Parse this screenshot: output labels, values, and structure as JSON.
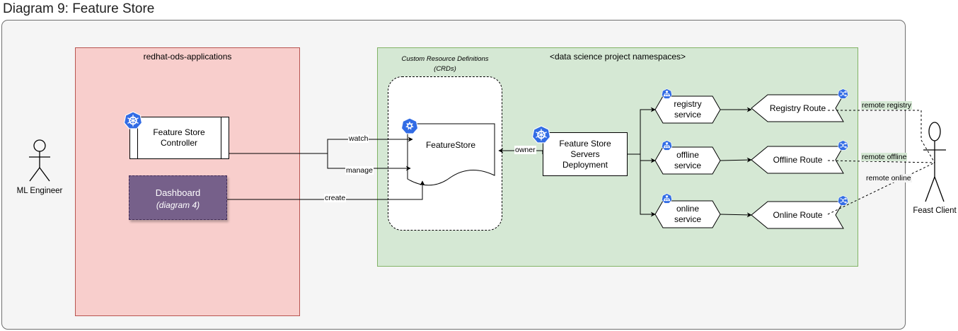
{
  "title": "Diagram 9: Feature Store",
  "namespaces": {
    "apps": "redhat-ods-applications",
    "data_science": "<data science project namespaces>"
  },
  "crd_group": {
    "line1": "Custom Resource Definitions",
    "line2": "(CRDs)"
  },
  "actors": {
    "ml_engineer": "ML Engineer",
    "feast_client": "Feast Client"
  },
  "nodes": {
    "controller": {
      "line1": "Feature Store",
      "line2": "Controller",
      "icon": "kubernetes-icon"
    },
    "dashboard": {
      "label": "Dashboard",
      "sub": "(diagram 4)",
      "color": "#76608a"
    },
    "featurestore": {
      "label": "FeatureStore",
      "icon": "crd-icon"
    },
    "deployment": {
      "line1": "Feature Store",
      "line2": "Servers",
      "line3": "Deployment",
      "icon": "kubernetes-icon"
    },
    "registry_service": {
      "line1": "registry",
      "line2": "service",
      "icon": "service-icon"
    },
    "offline_service": {
      "line1": "offline",
      "line2": "service",
      "icon": "service-icon"
    },
    "online_service": {
      "line1": "online",
      "line2": "service",
      "icon": "service-icon"
    },
    "registry_route": {
      "label": "Registry Route",
      "icon": "route-icon"
    },
    "offline_route": {
      "label": "Offline Route",
      "icon": "route-icon"
    },
    "online_route": {
      "label": "Online Route",
      "icon": "route-icon"
    }
  },
  "edges": {
    "watch": "watch",
    "manage": "manage",
    "create": "create",
    "owner": "owner",
    "remote_registry": "remote registry",
    "remote_offline": "remote offline",
    "remote_online": "remote online"
  },
  "colors": {
    "apps_fill": "#f8cecc",
    "apps_stroke": "#b85450",
    "ds_fill": "#d5e8d4",
    "ds_stroke": "#82b366",
    "k8s_blue": "#326ce5"
  }
}
